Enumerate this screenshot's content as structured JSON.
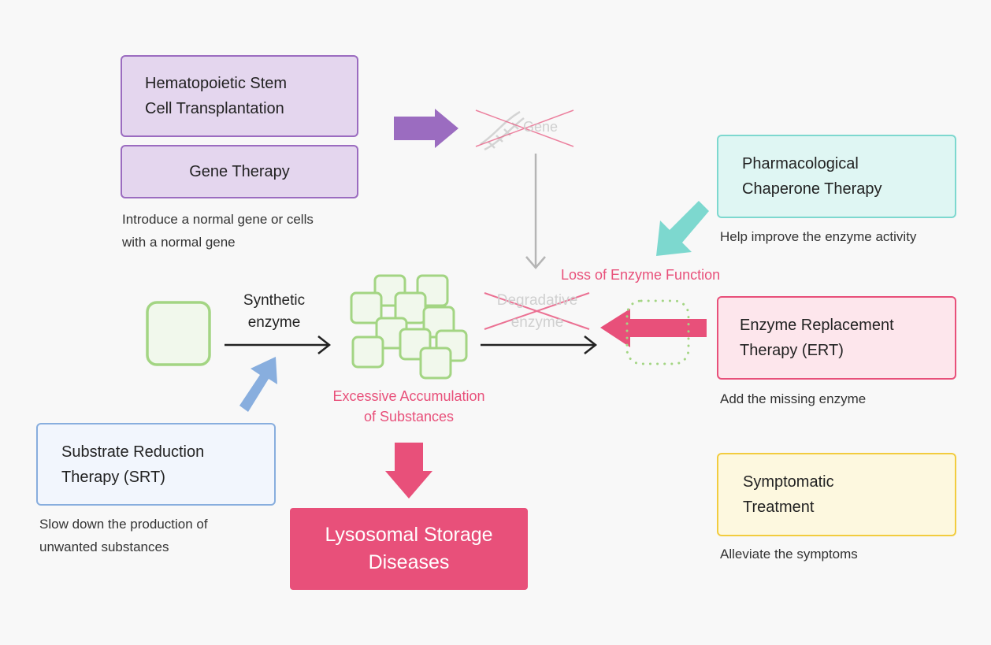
{
  "therapies": {
    "hsct": {
      "label": "Hematopoietic Stem\nCell Transplantation"
    },
    "gene_therapy": {
      "label": "Gene Therapy"
    },
    "gene_desc": "Introduce a normal gene or cells\nwith a normal gene",
    "chaperone": {
      "label": "Pharmacological\nChaperone Therapy",
      "desc": "Help improve the enzyme activity"
    },
    "ert": {
      "label": "Enzyme Replacement\nTherapy (ERT)",
      "desc": "Add the missing enzyme"
    },
    "srt": {
      "label": "Substrate Reduction\nTherapy (SRT)",
      "desc": "Slow down the production of\nunwanted substances"
    },
    "symptomatic": {
      "label": "Symptomatic\nTreatment",
      "desc": "Alleviate the symptoms"
    }
  },
  "pathway": {
    "gene_label": "Gene",
    "synthetic_enzyme": "Synthetic\nenzyme",
    "degradative_enzyme": "Degradative\nenzyme",
    "loss_of_function": "Loss of Enzyme Function",
    "accumulation": "Excessive Accumulation\nof Substances",
    "disease": "Lysosomal Storage\nDiseases"
  },
  "colors": {
    "purple": "#9b6cc0",
    "teal": "#7dd8cf",
    "pink": "#e8507a",
    "blue": "#88aede",
    "green": "#a3d583",
    "gray": "#b5b5b5",
    "yellow": "#f2cc3f"
  }
}
